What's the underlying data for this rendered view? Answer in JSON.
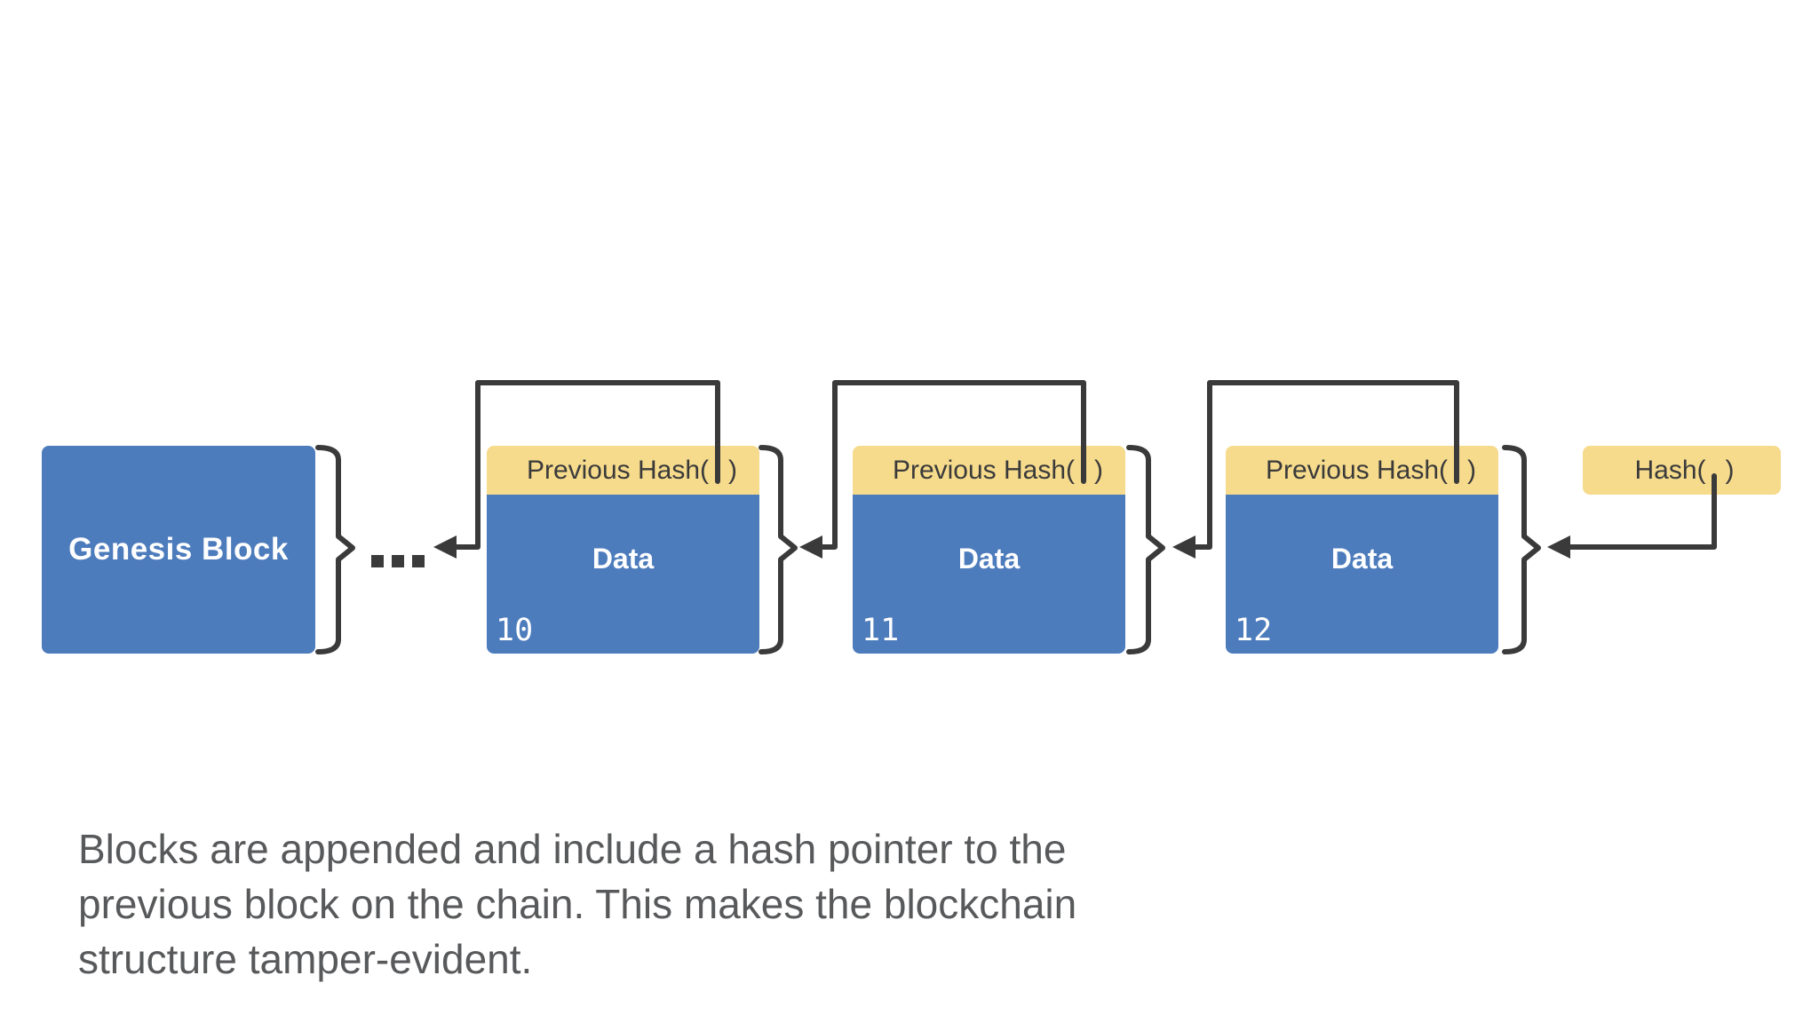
{
  "diagram": {
    "genesis_block": {
      "label": "Genesis Block"
    },
    "ellipsis": "...",
    "blocks": [
      {
        "header_prefix": "Previous Hash(",
        "header_suffix": ")",
        "body_label": "Data",
        "block_number": "10"
      },
      {
        "header_prefix": "Previous Hash(",
        "header_suffix": ")",
        "body_label": "Data",
        "block_number": "11"
      },
      {
        "header_prefix": "Previous Hash(",
        "header_suffix": ")",
        "body_label": "Data",
        "block_number": "12"
      }
    ],
    "hash_box": {
      "label_prefix": "Hash(",
      "label_suffix": ")"
    }
  },
  "caption": {
    "line1": "Blocks are appended and include a hash pointer to the",
    "line2": "previous block on the chain. This makes the blockchain",
    "line3": "structure tamper-evident."
  },
  "colors": {
    "block_blue": "#4d7cbd",
    "header_yellow": "#f6db8d",
    "outline_dark": "#3a3a3a",
    "caption_gray": "#58595b",
    "text_white": "#ffffff",
    "background": "#ffffff"
  }
}
